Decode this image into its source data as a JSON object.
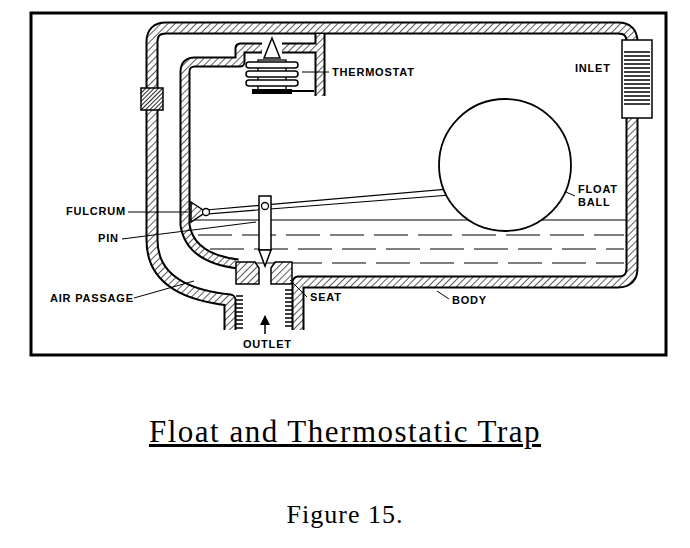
{
  "diagram": {
    "caption": "Float and Thermostatic Trap",
    "labels": [
      "THERMOSTAT",
      "INLET",
      "FLOAT BALL",
      "FULCRUM",
      "PIN",
      "AIR PASSAGE",
      "SEAT",
      "BODY",
      "OUTLET",
      "Figure 15."
    ]
  }
}
